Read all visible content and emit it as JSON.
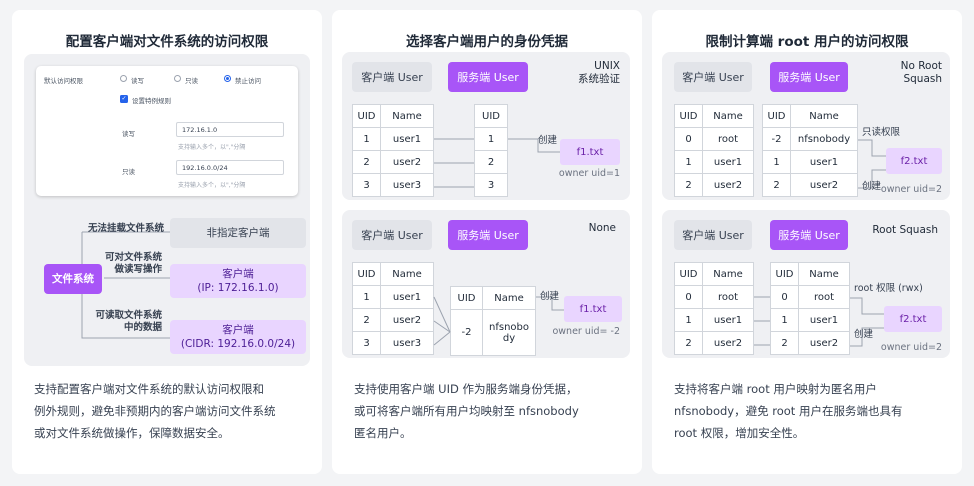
{
  "card1": {
    "title": "配置客户端对文件系统的访问权限",
    "settings": {
      "default_label": "默认访问权限",
      "options": [
        "读写",
        "只读",
        "禁止访问"
      ],
      "selected": "禁止访问",
      "special_rule_checkbox": "设置特例规则",
      "rw_label": "读写",
      "rw_value": "172.16.1.0",
      "rw_hint": "支持输入多个，以\",\"分隔",
      "ro_label": "只读",
      "ro_value": "192.16.0.0/24",
      "ro_hint": "支持输入多个，以\",\"分隔"
    },
    "flow": {
      "fs": "文件系统",
      "no_mount": "无法挂载文件系统",
      "rw_op": "可对文件系统\n做读写操作",
      "ro_op": "可读取文件系统\n中的数据",
      "box1": "非指定客户端",
      "box2": "客户端\n(IP: 172.16.1.0)",
      "box3": "客户端\n(CIDR: 192.16.0.0/24)"
    },
    "desc": [
      "支持配置客户端对文件系统的默认访问权限和",
      "例外规则，避免非预期内的客户端访问文件系统",
      "或对文件系统做操作，保障数据安全。"
    ]
  },
  "card2": {
    "title": "选择客户端用户的身份凭据",
    "panel1": {
      "client": "客户端 User",
      "server": "服务端 User",
      "mode": "UNIX\n系统验证",
      "client_headers": [
        "UID",
        "Name"
      ],
      "client_rows": [
        [
          "1",
          "user1"
        ],
        [
          "2",
          "user2"
        ],
        [
          "3",
          "user3"
        ]
      ],
      "server_header": "UID",
      "server_rows": [
        "1",
        "2",
        "3"
      ],
      "create": "创建",
      "file": "f1.txt",
      "owner": "owner uid=1"
    },
    "panel2": {
      "client": "客户端 User",
      "server": "服务端 User",
      "mode": "None",
      "client_headers": [
        "UID",
        "Name"
      ],
      "client_rows": [
        [
          "1",
          "user1"
        ],
        [
          "2",
          "user2"
        ],
        [
          "3",
          "user3"
        ]
      ],
      "server_headers": [
        "UID",
        "Name"
      ],
      "server_row": [
        "-2",
        "nfsnobo\ndy"
      ],
      "create": "创建",
      "file": "f1.txt",
      "owner": "owner uid= -2"
    },
    "desc": [
      "支持使用客户端 UID 作为服务端身份凭据，",
      "或可将客户端所有用户均映射至 nfsnobody",
      "匿名用户。"
    ]
  },
  "card3": {
    "title": "限制计算端 root 用户的访问权限",
    "panel1": {
      "client": "客户端 User",
      "server": "服务端 User",
      "mode": "No Root\nSquash",
      "headers": [
        "UID",
        "Name"
      ],
      "client_rows": [
        [
          "0",
          "root"
        ],
        [
          "1",
          "user1"
        ],
        [
          "2",
          "user2"
        ]
      ],
      "server_rows": [
        [
          "-2",
          "nfsnobody"
        ],
        [
          "1",
          "user1"
        ],
        [
          "2",
          "user2"
        ]
      ],
      "perm": "只读权限",
      "create": "创建",
      "file": "f2.txt",
      "owner": "owner uid=2"
    },
    "panel2": {
      "client": "客户端 User",
      "server": "服务端 User",
      "mode": "Root Squash",
      "headers": [
        "UID",
        "Name"
      ],
      "client_rows": [
        [
          "0",
          "root"
        ],
        [
          "1",
          "user1"
        ],
        [
          "2",
          "user2"
        ]
      ],
      "server_rows": [
        [
          "0",
          "root"
        ],
        [
          "1",
          "user1"
        ],
        [
          "2",
          "user2"
        ]
      ],
      "perm": "root 权限 (rwx)",
      "create": "创建",
      "file": "f2.txt",
      "owner": "owner uid=2"
    },
    "desc": [
      "支持将客户端 root 用户映射为匿名用户",
      "nfsnobody，避免 root 用户在服务端也具有",
      "root 权限，增加安全性。"
    ]
  }
}
